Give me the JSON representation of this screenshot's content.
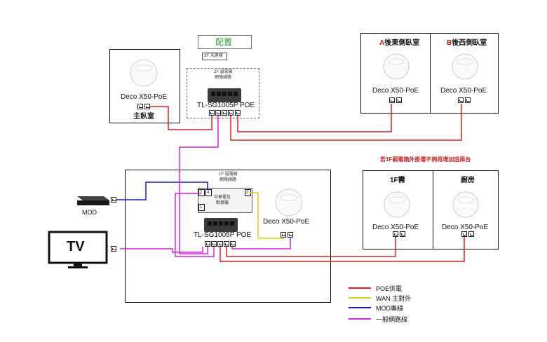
{
  "config_label": "配置",
  "note_3f": "3F 未建標",
  "box_2f_title": "2F 弱電箱",
  "box_2f_sub": "網路線路",
  "switch_label": "TL-SG1005P POE",
  "deco_label": "Deco X50-PoE",
  "master_room": "主臥室",
  "room_a_prefix": "A",
  "room_a": "後東側臥室",
  "room_b_prefix": "B",
  "room_b": "後西側臥室",
  "warning": "若1F弱電箱外掛還不夠再增加這兩台",
  "box_1f_title": "1F 弱電箱",
  "box_1f_sub": "網路線路",
  "modem_line1": "中華電信",
  "modem_line2": "數據機",
  "port_2": "2",
  "port_4": "4",
  "port_1": "1",
  "port_3": "3",
  "room_1f": "1F需",
  "room_kitchen": "廚房",
  "mod_label": "MOD",
  "tv_label": "TV",
  "legend": [
    {
      "label": "POE供電",
      "color": "#e02020"
    },
    {
      "label": "WAN 主對外",
      "color": "#e8d000"
    },
    {
      "label": "MOD專線",
      "color": "#1a1ad0"
    },
    {
      "label": "一般網路線",
      "color": "#e020e0"
    }
  ]
}
